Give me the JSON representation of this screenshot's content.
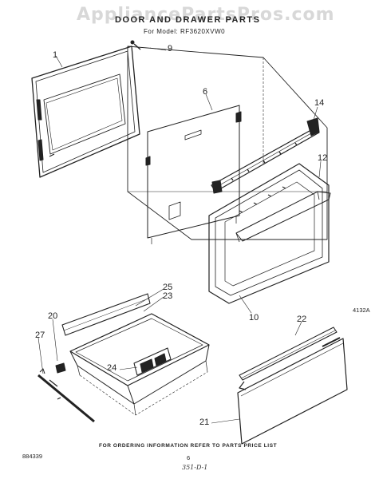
{
  "watermark": "AppliancePartsPros.com",
  "title": "DOOR AND DRAWER PARTS",
  "model_line": "For Model: RF3620XVW0",
  "callouts": [
    "1",
    "9",
    "6",
    "14",
    "12",
    "10",
    "25",
    "23",
    "20",
    "27",
    "24",
    "22",
    "21"
  ],
  "figure_code": "4132A",
  "footer": {
    "ordering_note": "FOR ORDERING INFORMATION REFER TO PARTS PRICE LIST",
    "doc_number": "884339",
    "page_number": "6",
    "handwritten": "351-D-1"
  }
}
